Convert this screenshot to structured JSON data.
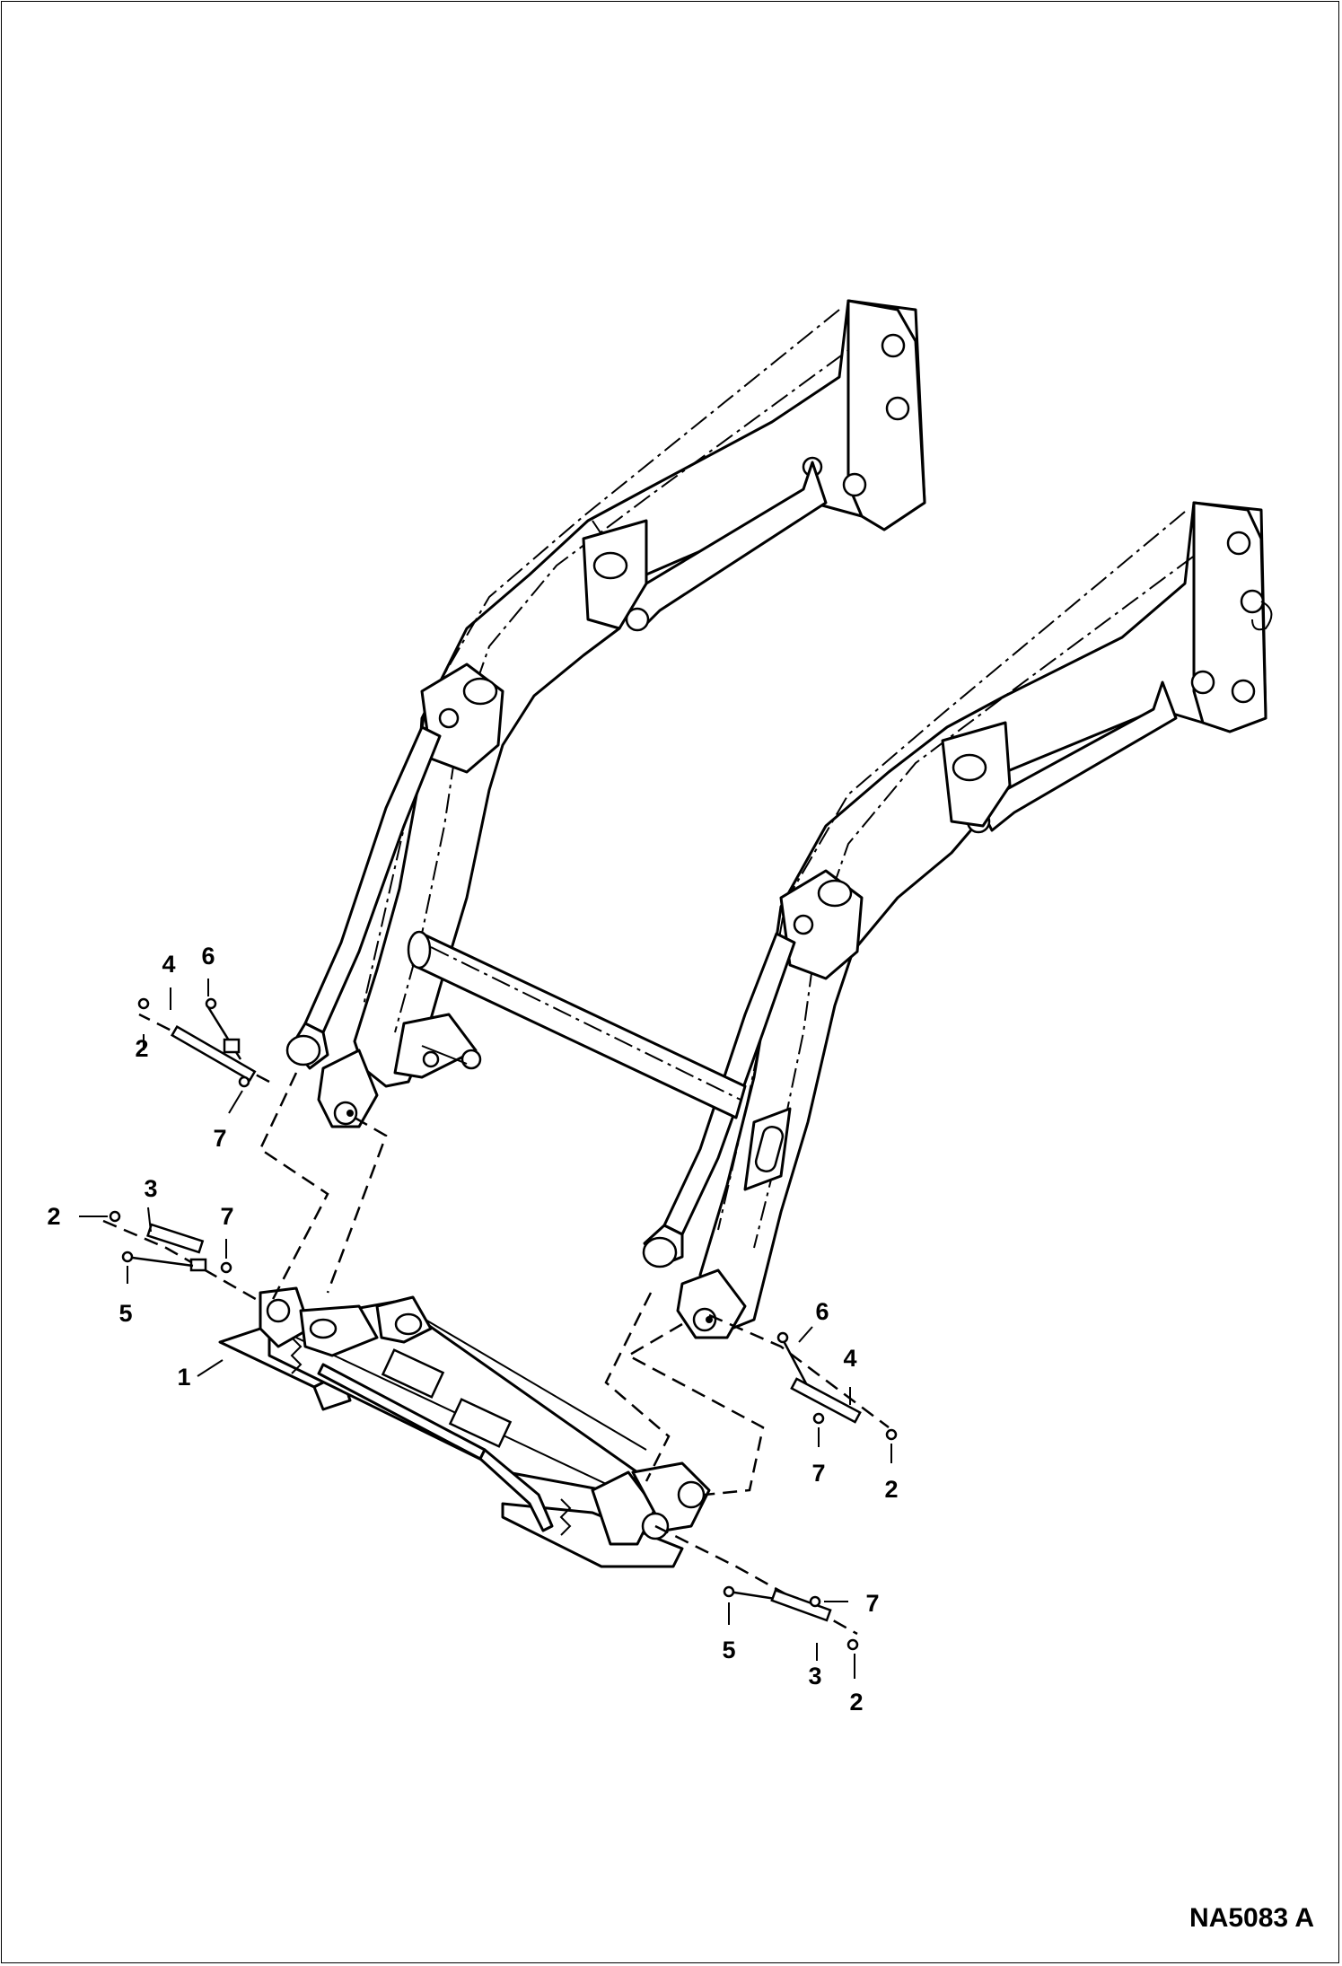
{
  "diagram": {
    "drawing_number": "NA5083 A",
    "callouts": {
      "left_upper_4": "4",
      "left_upper_6": "6",
      "left_upper_2": "2",
      "left_upper_7": "7",
      "left_lower_2": "2",
      "left_lower_3": "3",
      "left_lower_7": "7",
      "left_lower_5": "5",
      "part_1": "1",
      "right_upper_6": "6",
      "right_upper_4": "4",
      "right_upper_7": "7",
      "right_upper_2": "2",
      "right_lower_7": "7",
      "right_lower_5": "5",
      "right_lower_3": "3",
      "right_lower_2": "2"
    }
  }
}
